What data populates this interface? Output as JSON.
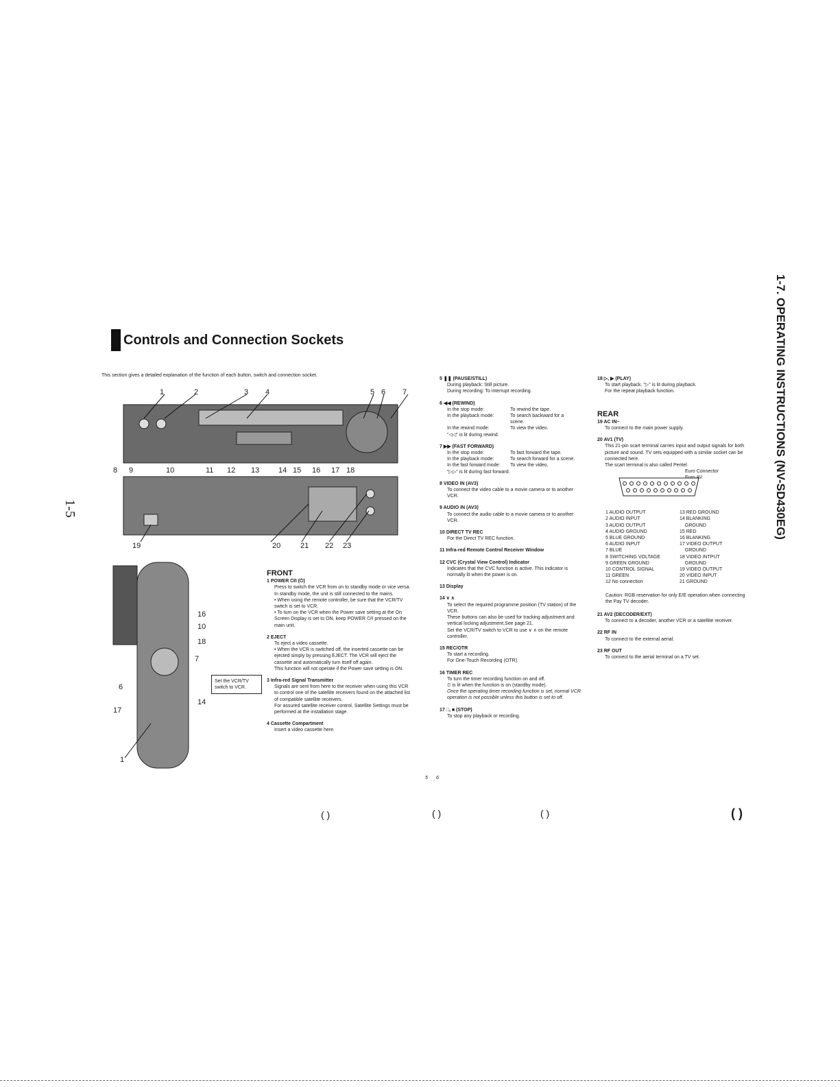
{
  "header": {
    "title": "Controls and Connection Sockets",
    "side_title": "1-7. OPERATING INSTRUCTIONS (NV-SD430EG)",
    "page_label": "1-5"
  },
  "intro": "This section gives a detailed explanation of the function of each button, switch and connection socket.",
  "figure": {
    "front_top_numbers": [
      "1",
      "2",
      "3",
      "4",
      "5",
      "6",
      "7"
    ],
    "front_bottom_numbers": [
      "8",
      "9",
      "10",
      "11",
      "12",
      "13",
      "14",
      "15",
      "16",
      "17",
      "18"
    ],
    "rear_numbers": [
      "19",
      "20",
      "21",
      "22",
      "23"
    ],
    "remote_numbers": [
      "16",
      "10",
      "18",
      "7",
      "6",
      "17",
      "14",
      "1"
    ],
    "callout": "Set the VCR/TV switch to VCR."
  },
  "front": {
    "heading": "FRONT",
    "items": [
      {
        "hd": "1   POWER ⏻/I (⏻)",
        "bd": [
          "Press to switch the VCR from on to standby mode or vice versa. In standby mode, the unit is still connected to the mains.",
          "• When using the remote controller, be sure that the VCR/TV switch is set to VCR.",
          "• To turn on the VCR when the Power save setting at the On Screen Display is set to ON, keep POWER ⏻/I pressed on the main unit."
        ]
      },
      {
        "hd": "2   EJECT",
        "bd": [
          "To eject a video cassette.",
          "• When the VCR is switched off, the inserted cassette can be ejected simply by pressing EJECT. The VCR will eject the cassette and automatically turn itself off again.",
          "This function will not operate if the Power save setting is ON."
        ]
      },
      {
        "hd": "3   Infra-red Signal Transmitter",
        "bd": [
          "Signals are sent from here to the receiver when using this VCR to control one of the satellite receivers found on the attached list of compatible satellite receivers.",
          "For assured satellite receiver control, Satellite Settings must be performed at the installation stage."
        ]
      },
      {
        "hd": "4   Cassette Compartment",
        "bd": [
          "Insert a video cassette here."
        ]
      }
    ]
  },
  "middle": {
    "items": [
      {
        "hd": "5   ❚❚ (PAUSE/STILL)",
        "bd": [
          "During playback: Still picture.",
          "During recording: To interrupt recording."
        ]
      },
      {
        "hd": "6   ◀◀ (REWIND)",
        "rows": [
          [
            "In the stop mode:",
            "To rewind the tape."
          ],
          [
            "In the playback mode:",
            "To search backward for a scene."
          ],
          [
            "In the rewind mode:",
            "To view the video."
          ]
        ],
        "bd": [
          "\"◁◁\" is lit during rewind."
        ]
      },
      {
        "hd": "7   ▶▶ (FAST FORWARD)",
        "rows": [
          [
            "In the stop mode:",
            "To fast forward the tape."
          ],
          [
            "In the playback mode:",
            "To search forward for a scene."
          ],
          [
            "In the fast forward mode:",
            "To view the video."
          ]
        ],
        "bd": [
          "\"▷▷\" is lit during fast forward."
        ]
      },
      {
        "hd": "8   VIDEO IN (AV3)",
        "bd": [
          "To connect the video cable to a movie camera or to another VCR."
        ]
      },
      {
        "hd": "9   AUDIO IN (AV3)",
        "bd": [
          "To connect the audio cable to a movie camera or to another VCR."
        ]
      },
      {
        "hd": "10  DIRECT TV REC",
        "bd": [
          "For the Direct TV REC function."
        ]
      },
      {
        "hd": "11  Infra-red Remote Control Receiver Window",
        "bd": []
      },
      {
        "hd": "12  CVC (Crystal View Control) Indicator",
        "bd": [
          "Indicates that the CVC function is active. This indicator is normally lit when the power is on."
        ]
      },
      {
        "hd": "13  Display",
        "bd": []
      },
      {
        "hd": "14  ∨ ∧",
        "bd": [
          "To select the required programme position (TV station) of the VCR.",
          "These buttons can also be used for tracking adjustment and vertical locking adjustment.See page 21.",
          "Set the VCR/TV switch to VCR to use ∨ ∧ on the remote controller."
        ]
      },
      {
        "hd": "15  REC/OTR",
        "bd": [
          "To start a recording.",
          "For One-Touch Recording (OTR)."
        ]
      },
      {
        "hd": "16  TIMER REC",
        "bd": [
          "To turn the timer recording function on and off.",
          "⏲ is lit when the function is on (standby mode).",
          "Once the operating timer recording function is set, normal VCR operation is not possible unless this button is set to off."
        ]
      },
      {
        "hd": "17  □, ■ (STOP)",
        "bd": [
          "To stop any playback or recording."
        ]
      }
    ]
  },
  "right": {
    "item18": {
      "hd": "18  ▷, ▶ (PLAY)",
      "bd": [
        "To start playback. \"▷\" is lit during playback.",
        "For the repeat playback function."
      ]
    },
    "rear_heading": "REAR",
    "item19": {
      "hd": "19  AC IN~",
      "bd": [
        "To connect to the main power supply."
      ]
    },
    "item20": {
      "hd": "20  AV1 (TV)",
      "bd": [
        "This 21-pin scart terminal carries input and output signals for both picture and sound. TV sets equipped with a similar socket can be connected here.",
        "The scart terminal is also called Peritel"
      ]
    },
    "connector_labels": [
      "Euro Connector",
      "Euro AV"
    ],
    "pins_left": [
      "1  AUDIO OUTPUT",
      "2  AUDIO INPUT",
      "3  AUDIO OUTPUT",
      "4  AUDIO GROUND",
      "5  BLUE GROUND",
      "6  AUDIO INPUT",
      "7  BLUE",
      "8  SWITCHING VOLTAGE",
      "9  GREEN GROUND",
      "10 CONTROL SIGNAL",
      "11 GREEN",
      "12 No connection"
    ],
    "pins_right": [
      "13 RED GROUND",
      "14 BLANKING",
      "    GROUND",
      "15 RED",
      "16 BLANKING",
      "17 VIDEO OUTPUT",
      "    GROUND",
      "18 VIDEO INTPUT",
      "    GROUND",
      "19 VIDEO OUTPUT",
      "20 VIDEO INPUT",
      "21 GROUND"
    ],
    "caution": "Caution: RGB reservation for only E/E operation when connecting the Pay TV decoder.",
    "item21": {
      "hd": "21  AV2 (DECODER/EXT)",
      "bd": [
        "To connect to a decoder, another VCR or a satellite receiver."
      ]
    },
    "item22": {
      "hd": "22  RF IN",
      "bd": [
        "To connect to the external aerial."
      ]
    },
    "item23": {
      "hd": "23  RF OUT",
      "bd": [
        "To connect to the aerial terminal on a TV set."
      ]
    }
  },
  "page_numbers": {
    "left": "5",
    "right": "6"
  }
}
